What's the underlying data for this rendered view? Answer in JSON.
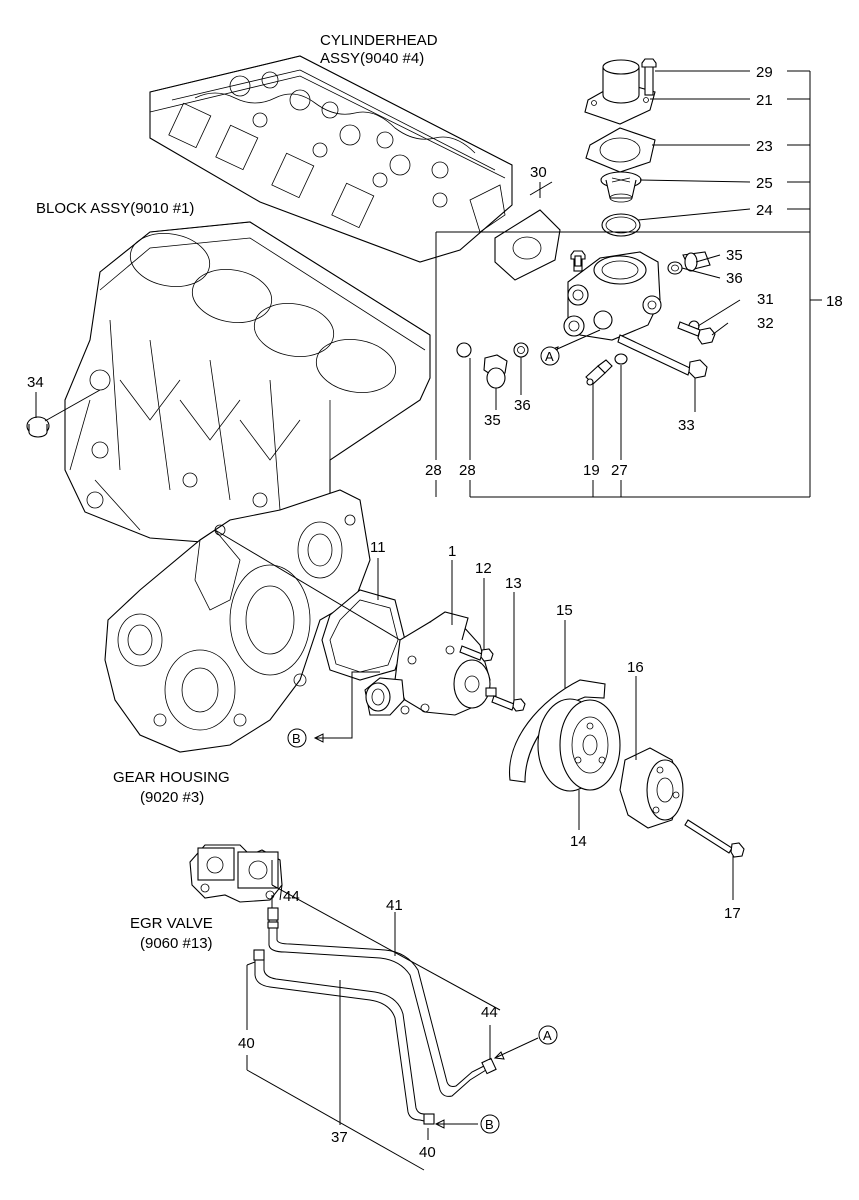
{
  "assembly_labels": {
    "cylinderhead": [
      "CYLINDERHEAD",
      "ASSY(9040 #4)"
    ],
    "block": [
      "BLOCK ASSY(9010 #1)"
    ],
    "gear_housing": [
      "GEAR HOUSING",
      "(9020 #3)"
    ],
    "egr_valve": [
      "EGR VALVE",
      "(9060 #13)"
    ]
  },
  "callouts": {
    "p29": "29",
    "p21": "21",
    "p23": "23",
    "p25": "25",
    "p24": "24",
    "p18": "18",
    "p35a": "35",
    "p36a": "36",
    "p31": "31",
    "p32": "32",
    "p30": "30",
    "p35b": "35",
    "p36b": "36",
    "p33": "33",
    "p28a": "28",
    "p28b": "28",
    "p19": "19",
    "p27": "27",
    "p34": "34",
    "p11": "11",
    "p1": "1",
    "p12": "12",
    "p13": "13",
    "p15": "15",
    "p16": "16",
    "p14": "14",
    "p17": "17",
    "p44a": "44",
    "p41": "41",
    "p44b": "44",
    "p40a": "40",
    "p37": "37",
    "p40b": "40"
  },
  "references": {
    "A": "A",
    "B": "B"
  }
}
